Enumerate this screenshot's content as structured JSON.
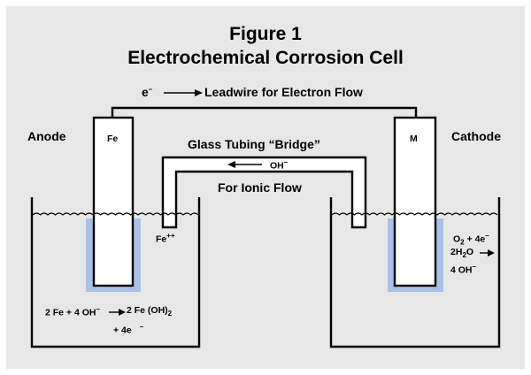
{
  "title_line1": "Figure 1",
  "title_line2": "Electrochemical Corrosion Cell",
  "leadwire_electron": "e",
  "leadwire_electron_sup": "–",
  "leadwire_label": "Leadwire for Electron Flow",
  "anode_label": "Anode",
  "cathode_label": "Cathode",
  "anode_electrode": "Fe",
  "cathode_electrode": "M",
  "bridge_label": "Glass Tubing “Bridge”",
  "ionic_flow_label": "For Ionic Flow",
  "hydroxide_ion": "OH",
  "hydroxide_sup": "–",
  "iron_ion": "Fe",
  "iron_ion_sup": "++",
  "anode_reaction": {
    "line1_a": "2 Fe + 4 OH",
    "line1_sup": "–",
    "line1_b": "2 Fe (OH)",
    "line1_sub": "2",
    "line2": "+ 4e",
    "line2_sup": "–"
  },
  "cathode_reaction": {
    "line1_a": "O",
    "line1_sub": "2",
    "line1_b": " + 4e",
    "line1_sup": "–",
    "line2_a": "2H",
    "line2_sub": "2",
    "line2_b": "O",
    "line3": "4 OH",
    "line3_sup": "–"
  },
  "colors": {
    "panel": "#e7e7e8",
    "stroke": "#000000",
    "immersion_halo": "#a9c1e6"
  }
}
